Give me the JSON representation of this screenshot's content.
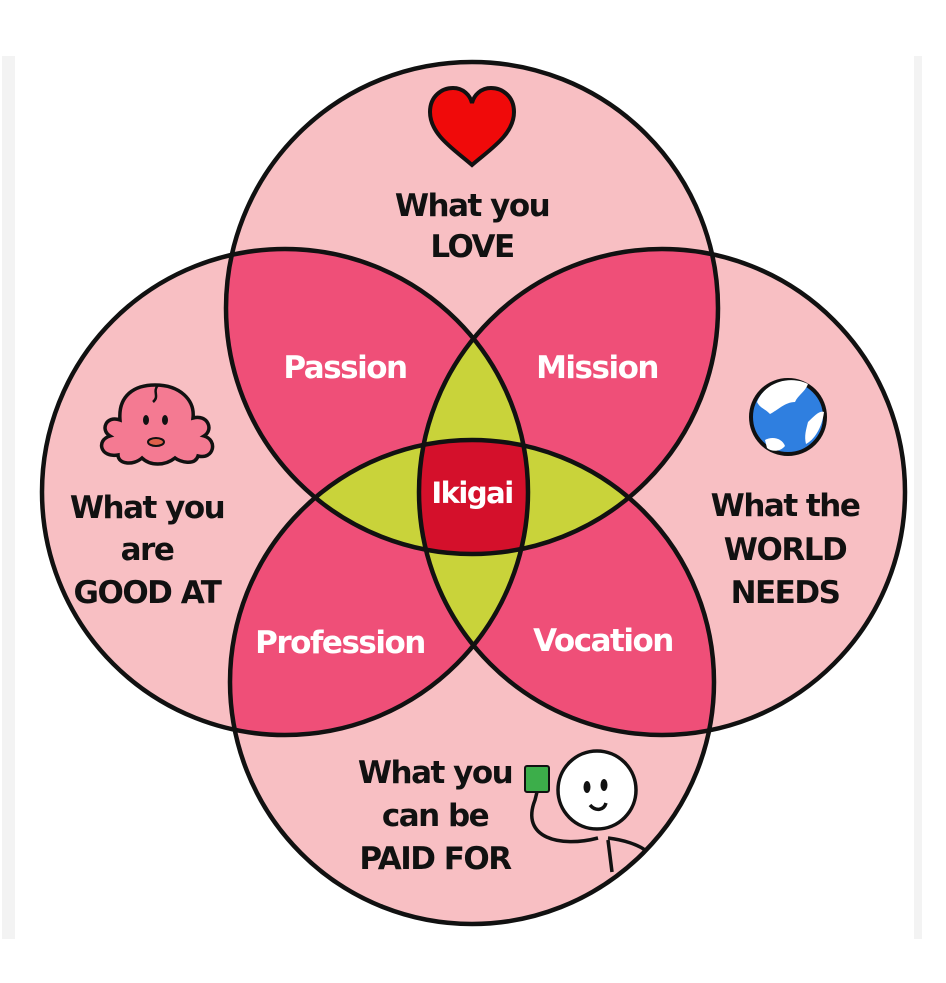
{
  "title": "Ikigai",
  "colors": {
    "circle": "#f8bfc3",
    "pair_overlap": "#ef4f78",
    "triple_overlap": "#c9d33a",
    "center": "#d4102b",
    "outline": "#111111"
  },
  "circles": {
    "love": {
      "line1": "What you",
      "line2": "LOVE",
      "icon": "heart-icon"
    },
    "good_at": {
      "line1": "What you",
      "line2": "are",
      "line3": "GOOD AT",
      "icon": "brain-icon"
    },
    "world_needs": {
      "line1": "What the",
      "line2": "WORLD",
      "line3": "NEEDS",
      "icon": "globe-icon"
    },
    "paid_for": {
      "line1": "What you",
      "line2": "can be",
      "line3": "PAID FOR",
      "icon": "person-with-money-icon"
    }
  },
  "overlaps": {
    "passion": "Passion",
    "mission": "Mission",
    "profession": "Profession",
    "vocation": "Vocation",
    "center": "Ikigai"
  }
}
